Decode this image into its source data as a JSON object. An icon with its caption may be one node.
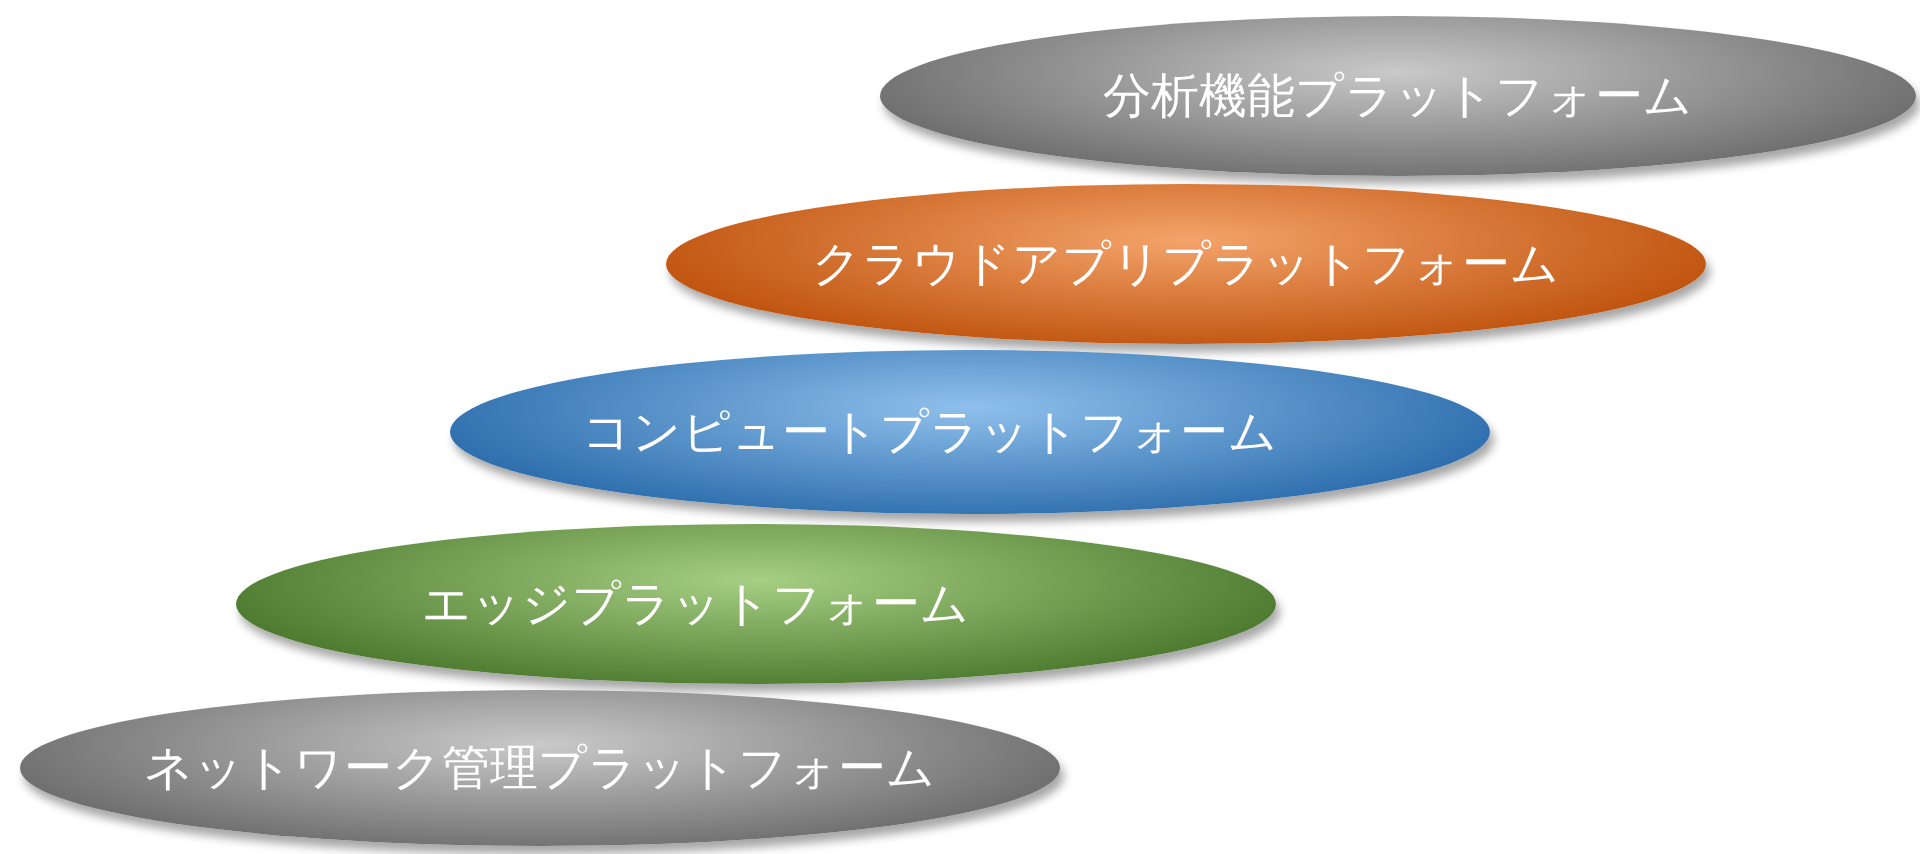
{
  "diagram": {
    "nodes": [
      {
        "text": [
          "分析機能プラットフォーム"
        ]
      },
      {
        "text": [
          "クラウドアプリプラットフォーム"
        ]
      },
      {
        "text": [
          "コンピュートプラットフォーム"
        ]
      },
      {
        "text": [
          "エッジプラットフォーム"
        ]
      },
      {
        "text": [
          "ネットワーク管理プラットフォーム"
        ]
      }
    ]
  }
}
